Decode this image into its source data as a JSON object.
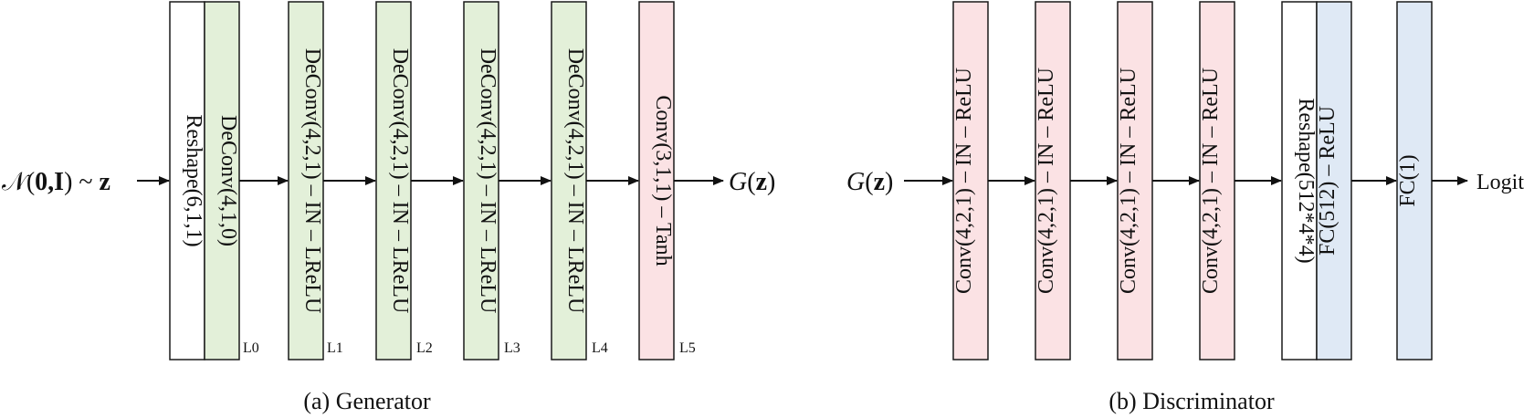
{
  "colors": {
    "white_block": "#ffffff",
    "green_block": "#e3f0d9",
    "pink_block": "#fbe2e4",
    "blue_block": "#dfe9f5",
    "stroke": "#1a1a1a"
  },
  "generator": {
    "input": {
      "pre": "𝒩(",
      "bold": "0,I",
      "post": ") ~ ",
      "z": "z"
    },
    "output": {
      "g": "G",
      "open": "(",
      "z": "z",
      "close": ")"
    },
    "blocks": [
      {
        "label": "Reshape(6,1,1)",
        "fill": "white_block",
        "flip": true
      },
      {
        "label": "DeConv(4,1,0)",
        "fill": "green_block"
      },
      {
        "label": "DeConv(4,2,1) – IN – LReLU",
        "fill": "green_block"
      },
      {
        "label": "DeConv(4,2,1) – IN – LReLU",
        "fill": "green_block"
      },
      {
        "label": "DeConv(4,2,1) – IN – LReLU",
        "fill": "green_block"
      },
      {
        "label": "DeConv(4,2,1) – IN – LReLU",
        "fill": "green_block"
      },
      {
        "label": "Conv(3,1,1) – Tanh",
        "fill": "pink_block"
      }
    ],
    "layer_tags": [
      "L0",
      "L1",
      "L2",
      "L3",
      "L4",
      "L5"
    ],
    "caption": "(a) Generator"
  },
  "discriminator": {
    "input": {
      "g": "G",
      "open": "(",
      "z": "z",
      "close": ")"
    },
    "output": "Logit",
    "blocks": [
      {
        "label": "Conv(4,2,1) – IN – ReLU",
        "fill": "pink_block"
      },
      {
        "label": "Conv(4,2,1) – IN – ReLU",
        "fill": "pink_block"
      },
      {
        "label": "Conv(4,2,1) – IN – ReLU",
        "fill": "pink_block"
      },
      {
        "label": "Conv(4,2,1) – IN – ReLU",
        "fill": "pink_block"
      },
      {
        "label": "Reshape(512*4*4)",
        "fill": "white_block",
        "flip": true
      },
      {
        "label": "FC(512) – ReLU",
        "fill": "blue_block"
      },
      {
        "label": "FC(1)",
        "fill": "blue_block"
      }
    ],
    "caption": "(b) Discriminator"
  }
}
